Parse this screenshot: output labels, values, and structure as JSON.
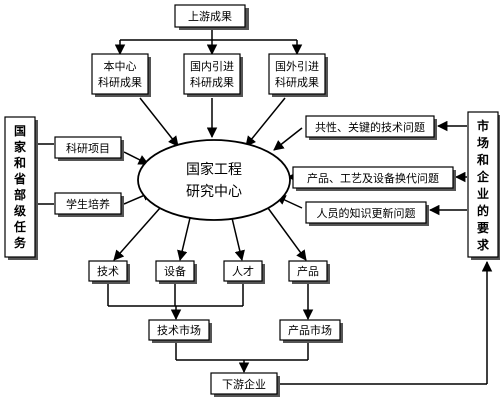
{
  "diagram": {
    "top": {
      "label": "上游成果"
    },
    "results": [
      {
        "line1": "本中心",
        "line2": "科研成果"
      },
      {
        "line1": "国内引进",
        "line2": "科研成果"
      },
      {
        "line1": "国外引进",
        "line2": "科研成果"
      }
    ],
    "center": {
      "line1": "国家工程",
      "line2": "研究中心"
    },
    "left_side": {
      "chars": [
        "国",
        "家",
        "和",
        "省",
        "部",
        "级",
        "任",
        "务"
      ]
    },
    "left_items": [
      {
        "label": "科研项目"
      },
      {
        "label": "学生培养"
      }
    ],
    "right_side": {
      "chars": [
        "市",
        "场",
        "和",
        "企",
        "业",
        "的",
        "要",
        "求"
      ]
    },
    "right_items": [
      {
        "label": "共性、关键的技术问题"
      },
      {
        "label": "产品、工艺及设备换代问题"
      },
      {
        "label": "人员的知识更新问题"
      }
    ],
    "outputs": [
      {
        "label": "技术"
      },
      {
        "label": "设备"
      },
      {
        "label": "人才"
      },
      {
        "label": "产品"
      }
    ],
    "markets": [
      {
        "label": "技术市场"
      },
      {
        "label": "产品市场"
      }
    ],
    "bottom": {
      "label": "下游企业"
    }
  }
}
